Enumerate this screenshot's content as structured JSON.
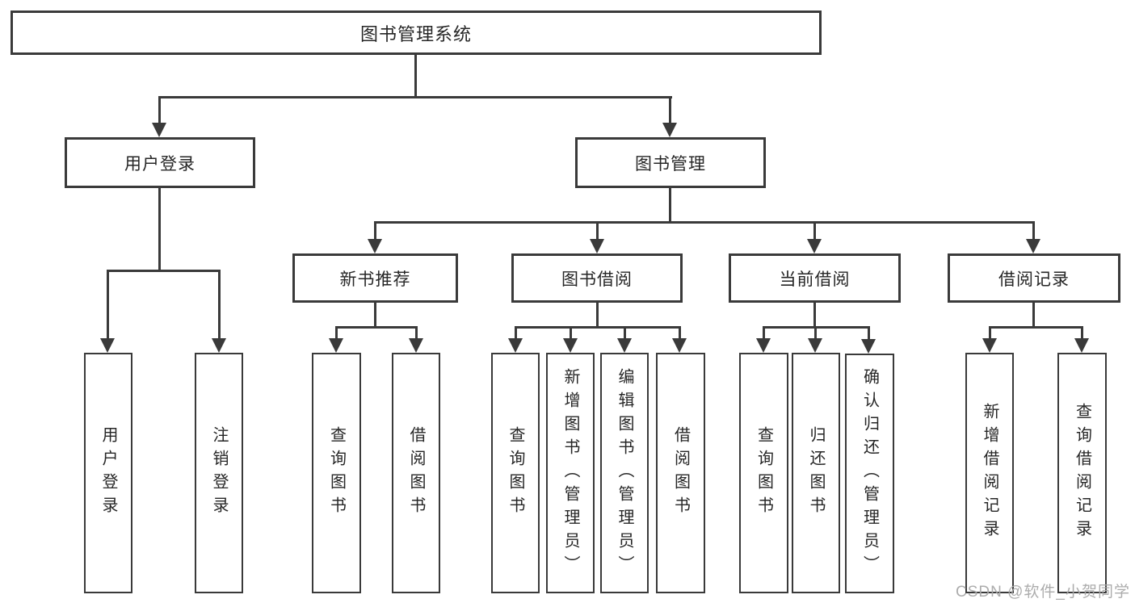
{
  "diagram": {
    "root_label": "图书管理系统",
    "branches": [
      {
        "label": "用户登录",
        "children": [
          "用户登录",
          "注销登录"
        ]
      },
      {
        "label": "图书管理",
        "groups": [
          {
            "label": "新书推荐",
            "children": [
              "查询图书",
              "借阅图书"
            ]
          },
          {
            "label": "图书借阅",
            "children": [
              "查询图书",
              "新增图书（管理员）",
              "编辑图书（管理员）",
              "借阅图书"
            ]
          },
          {
            "label": "当前借阅",
            "children": [
              "查询图书",
              "归还图书",
              "确认归还（管理员）"
            ]
          },
          {
            "label": "借阅记录",
            "children": [
              "新增借阅记录",
              "查询借阅记录"
            ]
          }
        ]
      }
    ]
  },
  "watermark": "CSDN @软件_小贺同学",
  "colors": {
    "line": "#3a3a3a",
    "text": "#262626",
    "bg": "#ffffff",
    "watermark": "#a8a8a8"
  }
}
